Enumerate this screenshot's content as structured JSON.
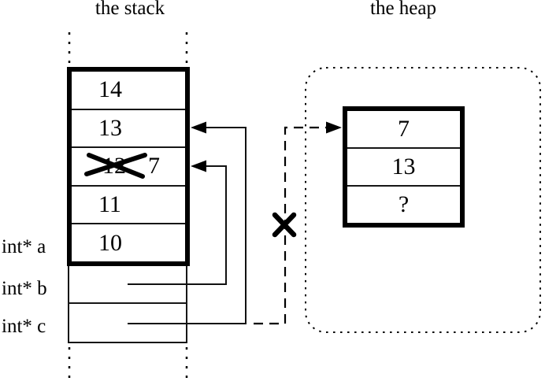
{
  "titles": {
    "stack": "the stack",
    "heap": "the heap"
  },
  "stack": {
    "cells": [
      {
        "value": "14"
      },
      {
        "value": "13"
      },
      {
        "value": "12",
        "crossed_out": true,
        "new_value": "7"
      },
      {
        "value": "11"
      },
      {
        "value": "10"
      }
    ],
    "pointer_labels": [
      {
        "label": "int* a"
      },
      {
        "label": "int* b"
      },
      {
        "label": "int* c"
      }
    ]
  },
  "heap": {
    "cells": [
      {
        "value": "7"
      },
      {
        "value": "13"
      },
      {
        "value": "?"
      }
    ]
  },
  "icons": {
    "cross_out": "✕",
    "arrow_left": "◀",
    "arrow_right": "▶"
  },
  "colors": {
    "ink": "#000000",
    "background": "#ffffff"
  }
}
